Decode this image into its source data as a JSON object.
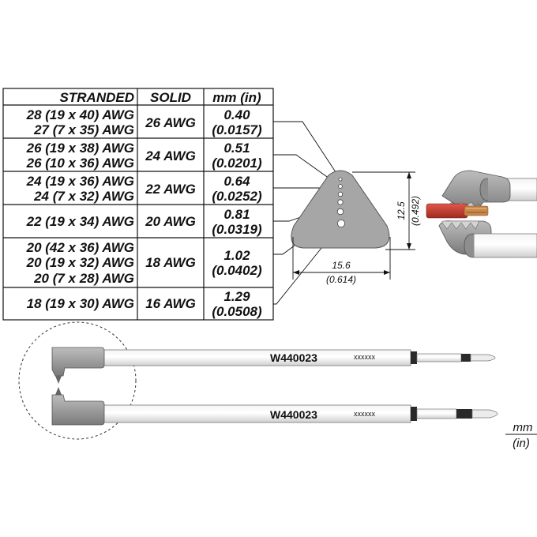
{
  "table": {
    "headers": [
      "STRANDED",
      "SOLID",
      "mm (in)"
    ],
    "rows": [
      {
        "stranded": [
          "28 (19 x 40) AWG",
          "27 (7 x 35) AWG"
        ],
        "solid": "26 AWG",
        "mm": "0.40",
        "inch": "(0.0157)"
      },
      {
        "stranded": [
          "26 (19 x 38) AWG",
          "26 (10 x 36) AWG"
        ],
        "solid": "24 AWG",
        "mm": "0.51",
        "inch": "(0.0201)"
      },
      {
        "stranded": [
          "24 (19 x 36) AWG",
          "24 (7 x 32) AWG"
        ],
        "solid": "22 AWG",
        "mm": "0.64",
        "inch": "(0.0252)"
      },
      {
        "stranded": [
          "22 (19 x 34) AWG"
        ],
        "solid": "20 AWG",
        "mm": "0.81",
        "inch": "(0.0319)"
      },
      {
        "stranded": [
          "20 (42 x 36) AWG",
          "20 (19 x 32) AWG",
          "20 (7 x 28) AWG"
        ],
        "solid": "18 AWG",
        "mm": "1.02",
        "inch": "(0.0402)"
      },
      {
        "stranded": [
          "18 (19 x 30) AWG"
        ],
        "solid": "16 AWG",
        "mm": "1.29",
        "inch": "(0.0508)"
      }
    ]
  },
  "dimensions": {
    "width_mm": "15.6",
    "width_in": "(0.614)",
    "height_mm": "12.5",
    "height_in": "(0.492)"
  },
  "tips": {
    "upper_code": "W440023",
    "upper_serial": "xxxxxx",
    "lower_code": "W440023",
    "lower_serial": "xxxxxx"
  },
  "units": {
    "mm": "mm",
    "in": "(in)"
  },
  "colors": {
    "grip_gray": "#9a9a9a",
    "shaft_gray": "#e2e2e2",
    "wire_red": "#c0392b",
    "wire_core": "#c8833a",
    "ring_dark": "#2a2a2a"
  }
}
